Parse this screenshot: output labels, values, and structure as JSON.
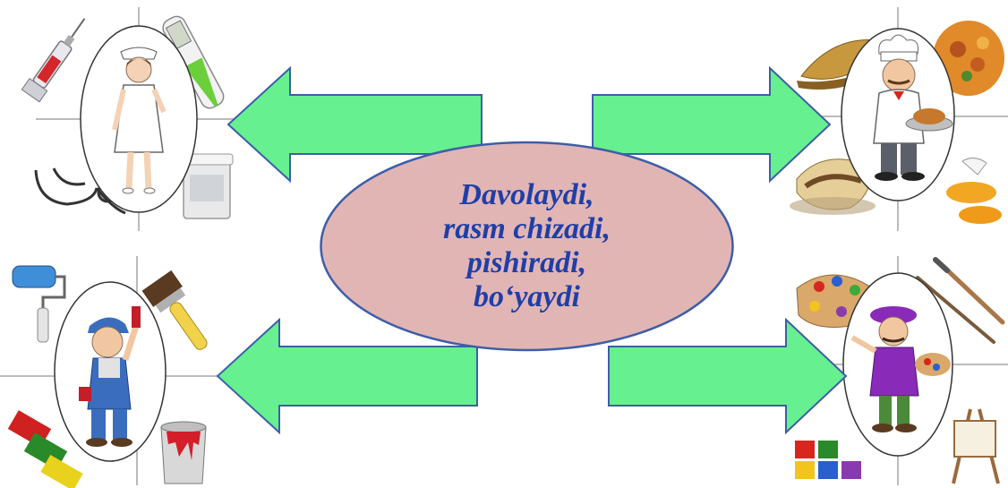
{
  "center": {
    "lines": [
      "Davolaydi,",
      "rasm chizadi,",
      "pishiradi,",
      "bo‘yaydi"
    ]
  },
  "colors": {
    "ellipse_fill": "#e2b5b5",
    "ellipse_stroke": "#3d5ea8",
    "arrow_fill": "#66f08f",
    "arrow_stroke": "#3d5ea8",
    "text": "#1f3fa8"
  },
  "professions": [
    {
      "id": "nurse",
      "icons": [
        "syringe-icon",
        "thermometer-icon",
        "stethoscope-icon",
        "medicine-jar-icon"
      ]
    },
    {
      "id": "chef",
      "icons": [
        "bread-icon",
        "pasta-icon",
        "sandwich-icon",
        "eggs-icon"
      ]
    },
    {
      "id": "painter",
      "icons": [
        "paint-roller-icon",
        "paintbrush-icon",
        "paint-cans-icon",
        "paint-bucket-icon"
      ]
    },
    {
      "id": "artist",
      "icons": [
        "palette-icon",
        "brushes-icon",
        "paint-jars-icon",
        "easel-icon"
      ]
    }
  ]
}
